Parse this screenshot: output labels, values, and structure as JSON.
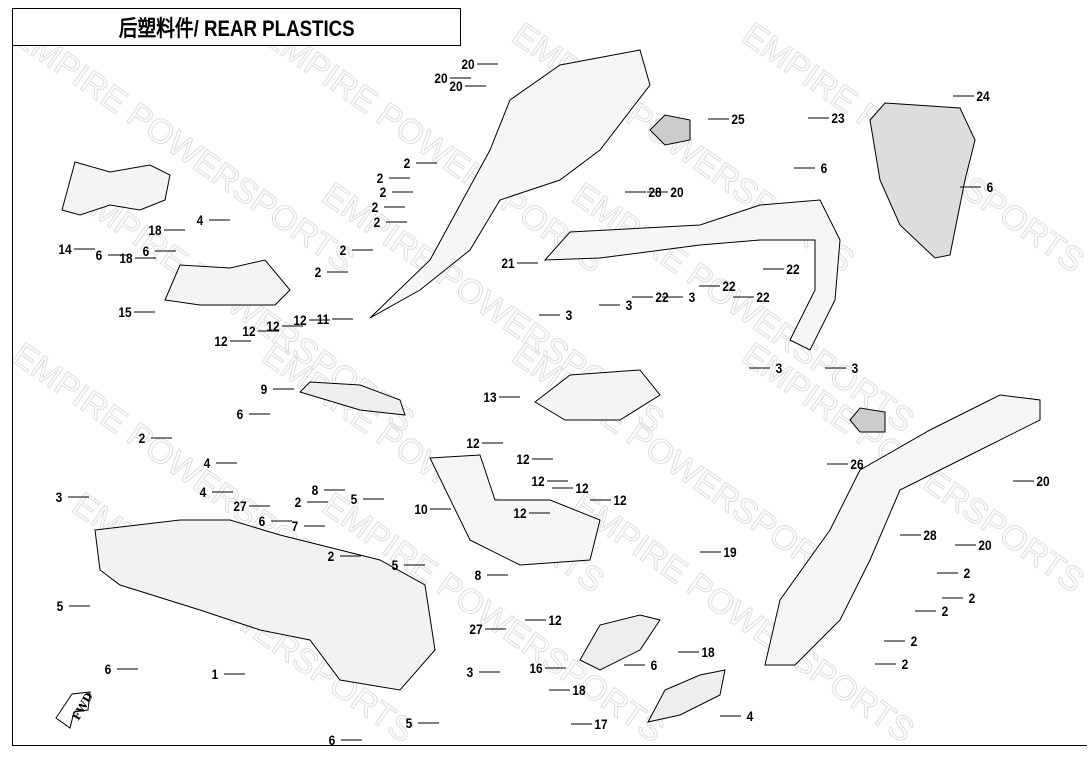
{
  "title": "后塑料件/ REAR PLASTICS",
  "watermark": "EMPIRE POWERSPORTS",
  "fwd_label": "FWD",
  "labels": [
    "14",
    "6",
    "18",
    "6",
    "18",
    "4",
    "15",
    "12",
    "12",
    "12",
    "12",
    "11",
    "2",
    "2",
    "2",
    "2",
    "2",
    "2",
    "2",
    "20",
    "20",
    "20",
    "25",
    "28",
    "20",
    "21",
    "3",
    "3",
    "22",
    "3",
    "22",
    "22",
    "22",
    "3",
    "3",
    "23",
    "24",
    "6",
    "6",
    "9",
    "13",
    "12",
    "12",
    "12",
    "12",
    "12",
    "10",
    "12",
    "2",
    "3",
    "4",
    "6",
    "4",
    "8",
    "2",
    "27",
    "6",
    "7",
    "5",
    "2",
    "5",
    "8",
    "5",
    "6",
    "1",
    "27",
    "3",
    "5",
    "6",
    "12",
    "16",
    "18",
    "6",
    "18",
    "17",
    "4",
    "26",
    "20",
    "28",
    "20",
    "19",
    "2",
    "2",
    "2",
    "2",
    "2"
  ]
}
